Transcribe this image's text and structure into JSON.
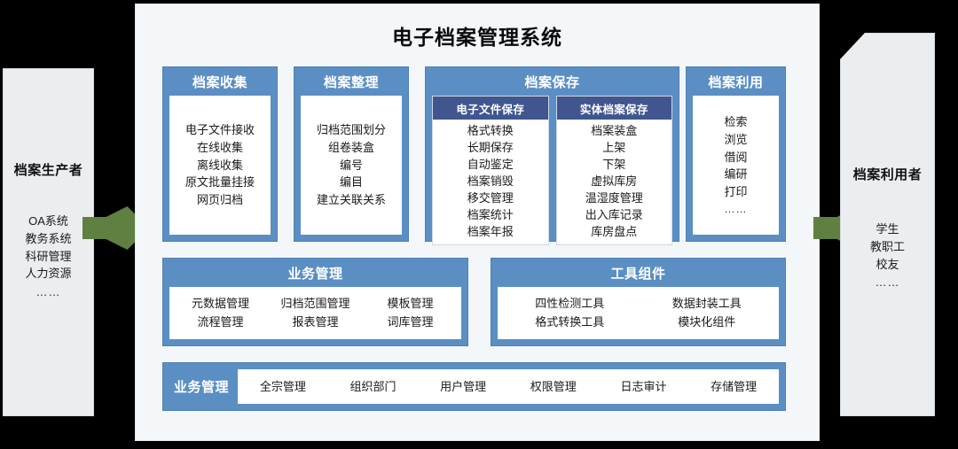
{
  "system": {
    "title": "电子档案管理系统",
    "accent_blue": "#5b8fc4",
    "accent_navy": "#41568f",
    "accent_green": "#5f8040",
    "panel_bg": "#eaeef1",
    "container_bg": "#f4f7fa"
  },
  "actors": {
    "left": {
      "title": "档案生产者",
      "items": [
        "OA系统",
        "教务系统",
        "科研管理",
        "人力资源"
      ],
      "ellipsis": "……"
    },
    "right": {
      "title": "档案利用者",
      "items": [
        "学生",
        "教职工",
        "校友"
      ],
      "ellipsis": "……"
    }
  },
  "arrows": {
    "left_label": "flow-arrow-right",
    "right_label": "flow-arrow-right"
  },
  "modules": {
    "collect": {
      "title": "档案收集",
      "items": [
        "电子文件接收",
        "在线收集",
        "离线收集",
        "原文批量挂接",
        "网页归档"
      ]
    },
    "arrange": {
      "title": "档案整理",
      "items": [
        "归档范围划分",
        "组卷装盒",
        "编号",
        "编目",
        "建立关联关系"
      ]
    },
    "preserve": {
      "title": "档案保存",
      "columns": [
        {
          "title": "电子文件保存",
          "items": [
            "格式转换",
            "长期保存",
            "自动鉴定",
            "档案销毁",
            "移交管理",
            "档案统计",
            "档案年报"
          ]
        },
        {
          "title": "实体档案保存",
          "items": [
            "档案装盒",
            "上架",
            "下架",
            "虚拟库房",
            "温湿度管理",
            "出入库记录",
            "库房盘点"
          ]
        }
      ]
    },
    "utilize": {
      "title": "档案利用",
      "items": [
        "检索",
        "浏览",
        "借阅",
        "编研",
        "打印"
      ],
      "ellipsis": "……"
    },
    "business": {
      "title": "业务管理",
      "items": [
        "元数据管理",
        "归档范围管理",
        "模板管理",
        "流程管理",
        "报表管理",
        "词库管理"
      ]
    },
    "tools": {
      "title": "工具组件",
      "items": [
        "四性检测工具",
        "数据封装工具",
        "格式转换工具",
        "模块化组件"
      ]
    },
    "sysmgmt": {
      "title": "业务管理",
      "items": [
        "全宗管理",
        "组织部门",
        "用户管理",
        "权限管理",
        "日志审计",
        "存储管理"
      ]
    }
  }
}
